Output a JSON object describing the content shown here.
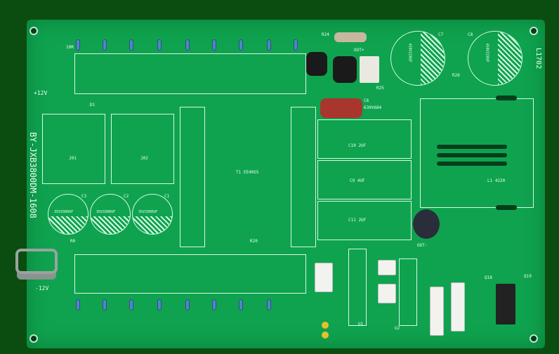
{
  "board": {
    "part_number": "BY-JXB3800DM-1608",
    "corner_label": "L1702",
    "labels": {
      "plus12": "+12V",
      "minus12": "-12V",
      "j01": "J01",
      "j02": "J02",
      "c1": "C1",
      "c2": "C2",
      "c3": "C3",
      "cap_value": "35V3300UF",
      "t1": "T1 EE40S5",
      "c10": "C10  2UF",
      "c9": "C9  4UF",
      "c11": "C11  2UF",
      "l1": "L1  4220",
      "c6": "C6",
      "c6_value": "630V684",
      "c7": "C7",
      "c8": "C8",
      "c7_value": "450V220UF",
      "r24": "R24",
      "r25": "R25",
      "r26": "R26",
      "r20": "R20",
      "r0": "R0",
      "out_plus": "OUT+",
      "out_minus": "OUT-",
      "d1": "D1",
      "u1": "U1",
      "u2": "U2",
      "q18": "Q18",
      "q19": "Q19",
      "r_value": "10R"
    }
  }
}
